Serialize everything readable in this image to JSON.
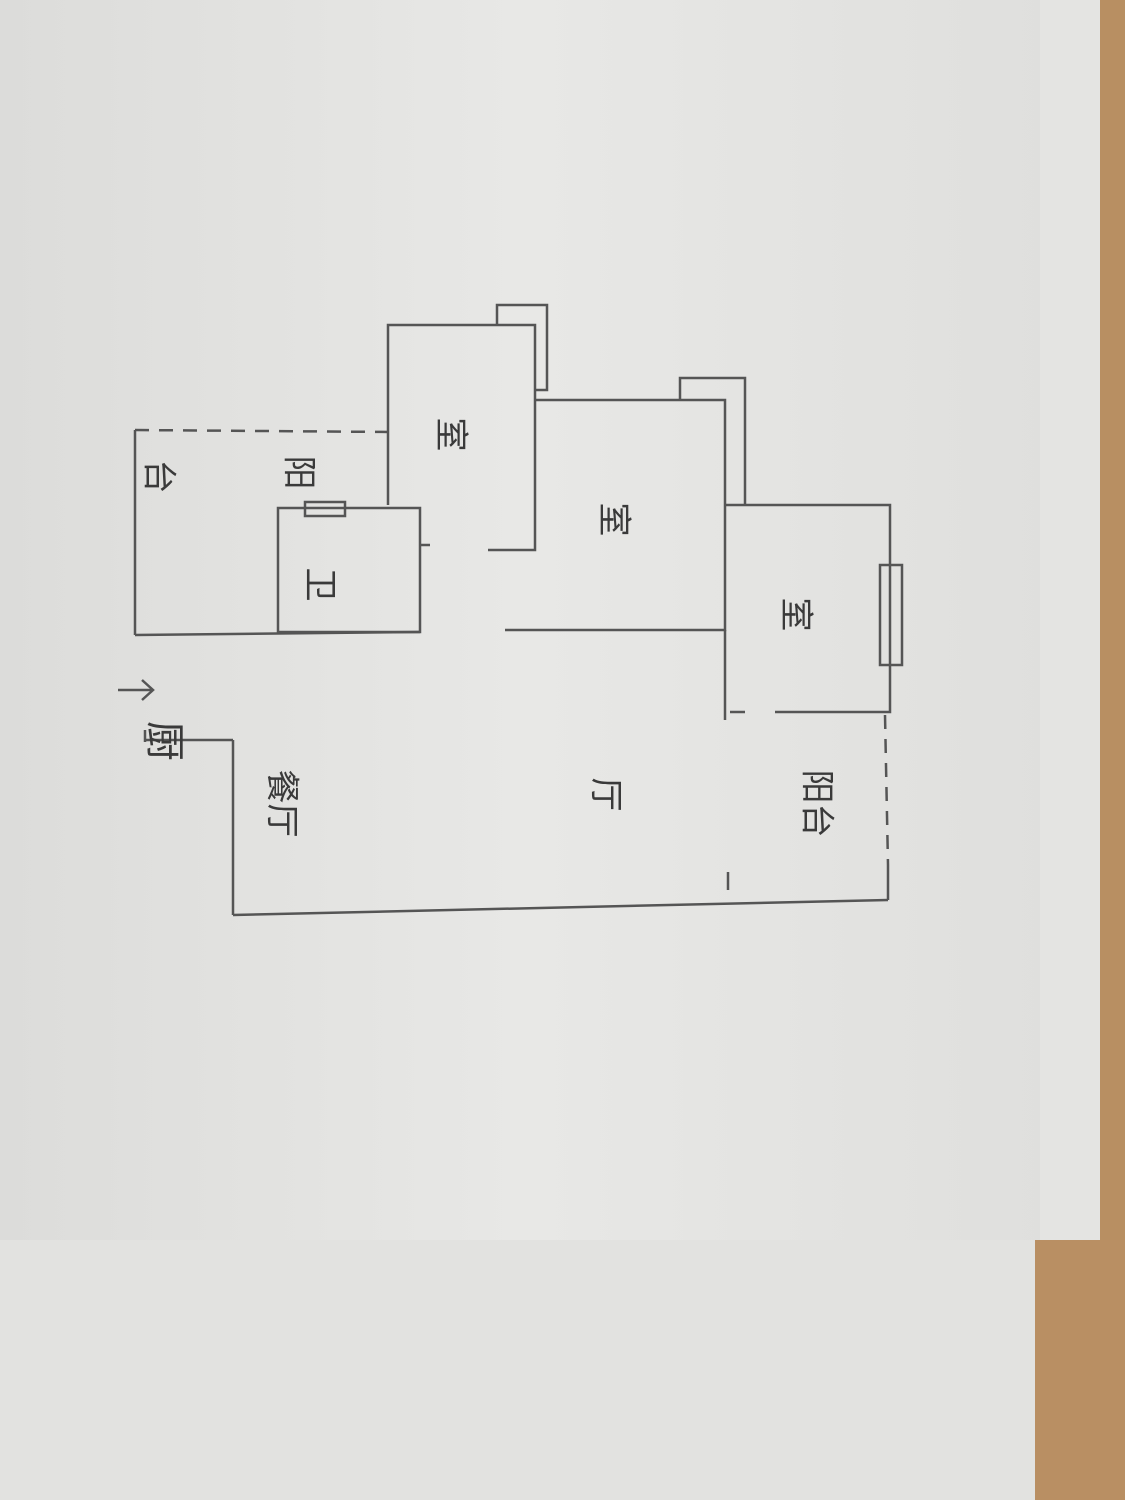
{
  "plan": {
    "rooms": [
      {
        "id": "kitchen",
        "label": "厨"
      },
      {
        "id": "balcony-left-a",
        "label": "阳"
      },
      {
        "id": "balcony-left-b",
        "label": "台"
      },
      {
        "id": "bathroom",
        "label": "卫"
      },
      {
        "id": "bedroom-1",
        "label": "室"
      },
      {
        "id": "bedroom-2",
        "label": "室"
      },
      {
        "id": "bedroom-3",
        "label": "室"
      },
      {
        "id": "dining",
        "label": "餐厅"
      },
      {
        "id": "living",
        "label": "厅"
      },
      {
        "id": "balcony-right",
        "label": "阳台"
      }
    ]
  }
}
